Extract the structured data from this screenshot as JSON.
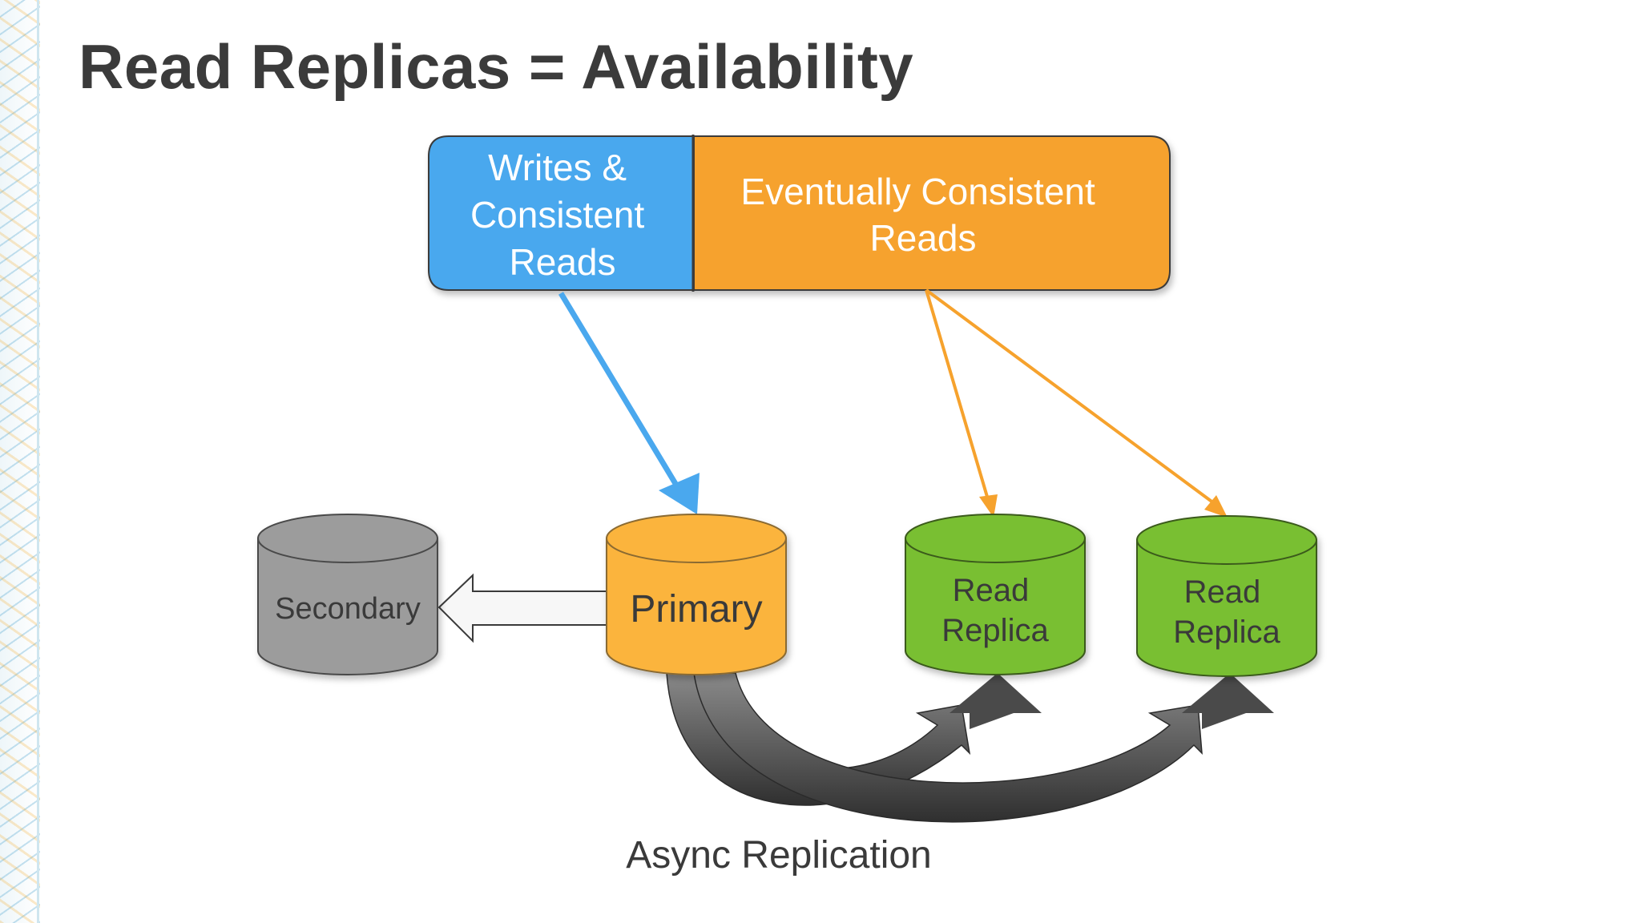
{
  "title": "Read Replicas = Availability",
  "top_bar": {
    "left_label_lines": [
      "Writes &",
      "Consistent",
      "Reads"
    ],
    "right_label_lines": [
      "Eventually Consistent",
      "Reads"
    ]
  },
  "databases": {
    "secondary": "Secondary",
    "primary": "Primary",
    "replica_1_lines": [
      "Read",
      "Replica"
    ],
    "replica_2_lines": [
      "Read",
      "Replica"
    ]
  },
  "async_label": "Async Replication",
  "colors": {
    "blue": "#4aa8ee",
    "orange": "#f6a22d",
    "green": "#79bf32",
    "gray": "#9c9c9c",
    "dark_arrow": "#3f3f3f",
    "title": "#3b3b3b"
  }
}
